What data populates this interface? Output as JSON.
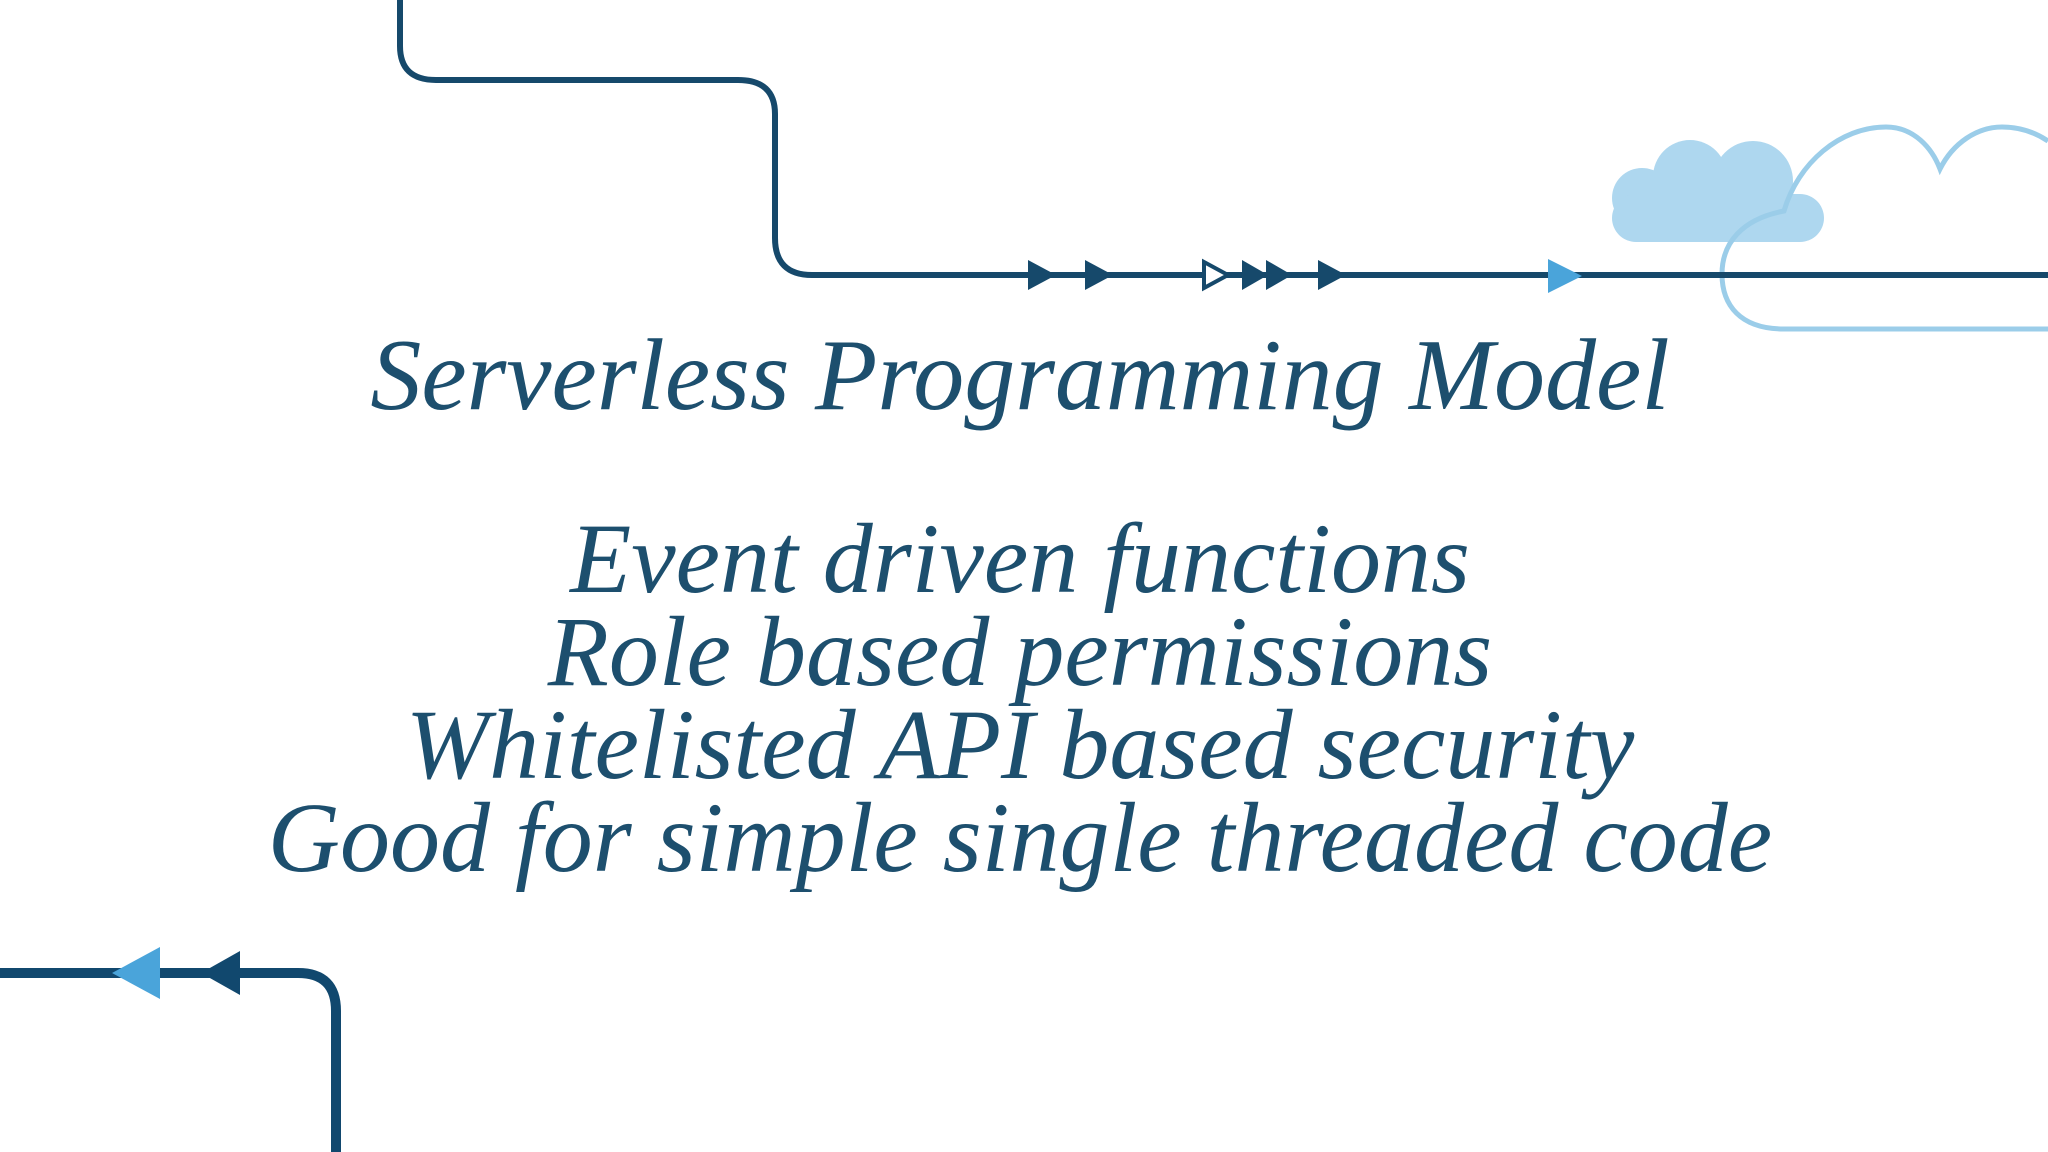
{
  "slide": {
    "title": "Serverless Programming Model",
    "bullets": [
      "Event driven functions",
      "Role based permissions",
      "Whitelisted API based security",
      "Good for simple single threaded code"
    ]
  },
  "colors": {
    "background": "#ffffff",
    "text": "#1d4f6e",
    "connector_dark": "#16496b",
    "connector_thick": "#11486e",
    "arrow_light_blue": "#4aa4da",
    "cloud_fill": "#aed7ef",
    "cloud_outline": "#9bcde9",
    "hollow_arrow_fill": "#ffffff"
  }
}
